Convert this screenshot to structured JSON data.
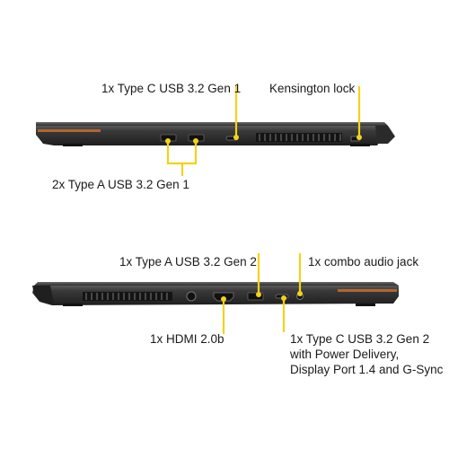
{
  "colors": {
    "callout": "#f4d21c",
    "chassis": "#2b2b2b",
    "chassis_light": "#4a4a4a",
    "accent_copper": "#b4652c",
    "text": "#1a1a1a",
    "background": "#ffffff"
  },
  "labels": {
    "usb_c_top": "1x Type C USB 3.2 Gen 1",
    "kensington": "Kensington lock",
    "usb_a_pair": "2x Type A USB 3.2 Gen 1",
    "usb_a_gen2": "1x Type A USB 3.2 Gen 2",
    "audio_jack": "1x combo audio jack",
    "hdmi": "1x HDMI 2.0b",
    "usb_c_gen2_line1": "1x Type C USB 3.2 Gen 2",
    "usb_c_gen2_line2": "with Power Delivery,",
    "usb_c_gen2_line3": "Display Port 1.4 and G-Sync"
  },
  "port_icons": {
    "top_side": [
      "usb-a-port",
      "usb-a-port",
      "usb-c-port",
      "vent-grille",
      "kensington-lock-slot"
    ],
    "bottom_side": [
      "vent-grille",
      "power-jack",
      "hdmi-port",
      "usb-a-port",
      "usb-c-port",
      "audio-jack"
    ]
  }
}
